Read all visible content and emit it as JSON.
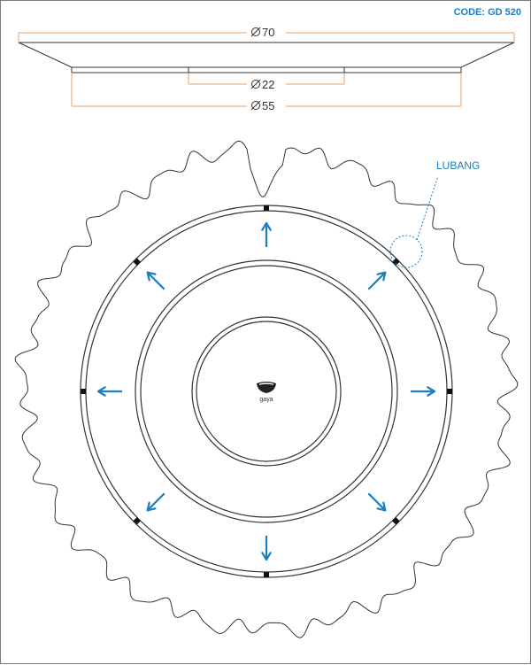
{
  "header": {
    "code_label": "CODE: GD 520"
  },
  "side_view": {
    "dimensions": [
      {
        "id": "outer",
        "value": 70,
        "label": "70"
      },
      {
        "id": "mount",
        "value": 22,
        "label": "22"
      },
      {
        "id": "base",
        "value": 55,
        "label": "55"
      }
    ],
    "diameter_symbol": "⌀"
  },
  "top_view": {
    "callout_label": "LUBANG",
    "logo_text": "gaya",
    "arrow_count": 8
  },
  "colors": {
    "accent": "#1a7fbf",
    "dimension_line": "#e8a060",
    "outline": "#333333",
    "code_label": "#1a7fbf"
  },
  "icons": {
    "arrow": "arrow-outward-icon",
    "logo": "gaya-bowl-logo-icon"
  }
}
